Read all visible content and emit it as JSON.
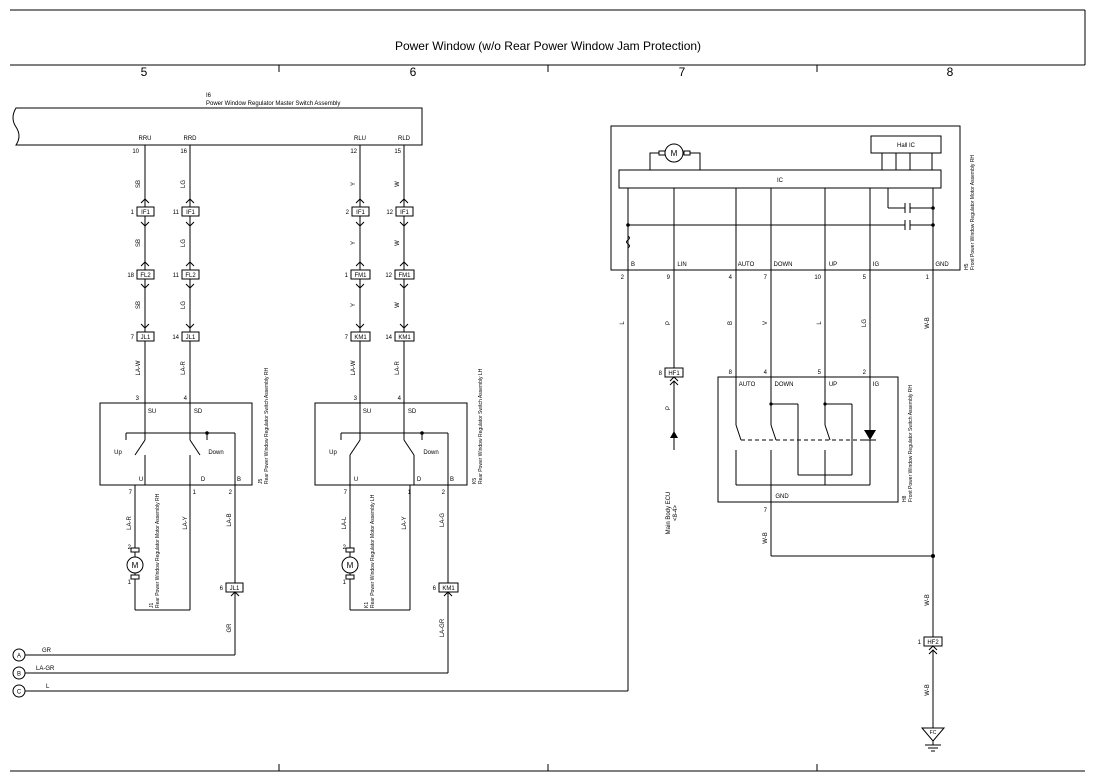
{
  "title": "Power Window (w/o Rear Power Window Jam Protection)",
  "columns": [
    "5",
    "6",
    "7",
    "8"
  ],
  "master": {
    "code": "I6",
    "name": "Power Window Regulator Master Switch Assembly",
    "terms": [
      "RRU",
      "RRD",
      "RLU",
      "RLD"
    ],
    "pins": [
      "10",
      "16",
      "12",
      "15"
    ]
  },
  "wires": {
    "rru": [
      "SB",
      "SB",
      "SB",
      "LA-W"
    ],
    "rrd": [
      "LG",
      "LG",
      "LG",
      "LA-R"
    ],
    "rlu": [
      "Y",
      "Y",
      "Y",
      "LA-W"
    ],
    "rld": [
      "W",
      "W",
      "W",
      "LA-R"
    ]
  },
  "connectors": {
    "rru": [
      {
        "pin": "1",
        "code": "IF1"
      },
      {
        "pin": "18",
        "code": "FL2"
      },
      {
        "pin": "7",
        "code": "JL1"
      }
    ],
    "rrd": [
      {
        "pin": "11",
        "code": "IF1"
      },
      {
        "pin": "11",
        "code": "FL2"
      },
      {
        "pin": "14",
        "code": "JL1"
      }
    ],
    "rlu": [
      {
        "pin": "2",
        "code": "IF1"
      },
      {
        "pin": "1",
        "code": "FM1"
      },
      {
        "pin": "7",
        "code": "KM1"
      }
    ],
    "rld": [
      {
        "pin": "12",
        "code": "IF1"
      },
      {
        "pin": "12",
        "code": "FM1"
      },
      {
        "pin": "14",
        "code": "KM1"
      }
    ]
  },
  "rh_switch": {
    "code": "J5",
    "name": "Rear Power Window Regulator Switch Assembly RH",
    "top_pins": [
      "3",
      "4"
    ],
    "top_terms": [
      "SU",
      "SD"
    ],
    "labels": [
      "Up",
      "Down"
    ],
    "bottom_terms": [
      "U",
      "D",
      "B"
    ],
    "bottom_pins": [
      "7",
      "1",
      "2"
    ],
    "wires": [
      "LA-R",
      "LA-Y",
      "LA-B"
    ],
    "conn": {
      "pin": "6",
      "code": "JL1"
    },
    "out_wire": "GR"
  },
  "lh_switch": {
    "code": "K5",
    "name": "Rear Power Window Regulator Switch Assembly LH",
    "top_pins": [
      "3",
      "4"
    ],
    "top_terms": [
      "SU",
      "SD"
    ],
    "labels": [
      "Up",
      "Down"
    ],
    "bottom_terms": [
      "U",
      "D",
      "B"
    ],
    "bottom_pins": [
      "7",
      "1",
      "2"
    ],
    "wires": [
      "LA-L",
      "LA-Y",
      "LA-G"
    ],
    "conn": {
      "pin": "6",
      "code": "KM1"
    },
    "out_wire": "LA-GR"
  },
  "rh_motor": {
    "code": "J1",
    "name": "Rear Power Window Regulator Motor Assembly RH",
    "pins": [
      "2",
      "1"
    ],
    "symbol": "M"
  },
  "lh_motor": {
    "code": "K1",
    "name": "Rear Power Window Regulator Motor Assembly LH",
    "pins": [
      "2",
      "1"
    ],
    "symbol": "M"
  },
  "bus": [
    {
      "letter": "A",
      "wire": "GR"
    },
    {
      "letter": "B",
      "wire": "LA-GR"
    },
    {
      "letter": "C",
      "wire": "L"
    }
  ],
  "front_motor": {
    "code": "H5",
    "name": "Front Power Window Regulator Motor Assembly RH",
    "symbol": "M",
    "ic": "IC",
    "hall": "Hall IC",
    "terms": [
      "B",
      "LIN",
      "AUTO",
      "DOWN",
      "UP",
      "IG",
      "GND"
    ],
    "pins": [
      "2",
      "9",
      "4",
      "7",
      "10",
      "5",
      "1"
    ],
    "wires": [
      "L",
      "P",
      "B",
      "V",
      "L",
      "LG",
      "W-B"
    ]
  },
  "front_switch": {
    "code": "H8",
    "name": "Front Power Window Regulator Switch Assembly RH",
    "top_pins": [
      "8",
      "4",
      "5",
      "2"
    ],
    "terms": [
      "AUTO",
      "DOWN",
      "UP",
      "IG"
    ],
    "gnd_term": "GND",
    "gnd_pin": "7",
    "gnd_wire": "W-B"
  },
  "ecu": {
    "pin": "8",
    "code": "HF1",
    "wire": "P",
    "name": "Main Body ECU",
    "ref": "<8-4>"
  },
  "ground": {
    "pin": "1",
    "code": "HF2",
    "wire1": "W-B",
    "wire2": "W-B",
    "point": "FC"
  }
}
